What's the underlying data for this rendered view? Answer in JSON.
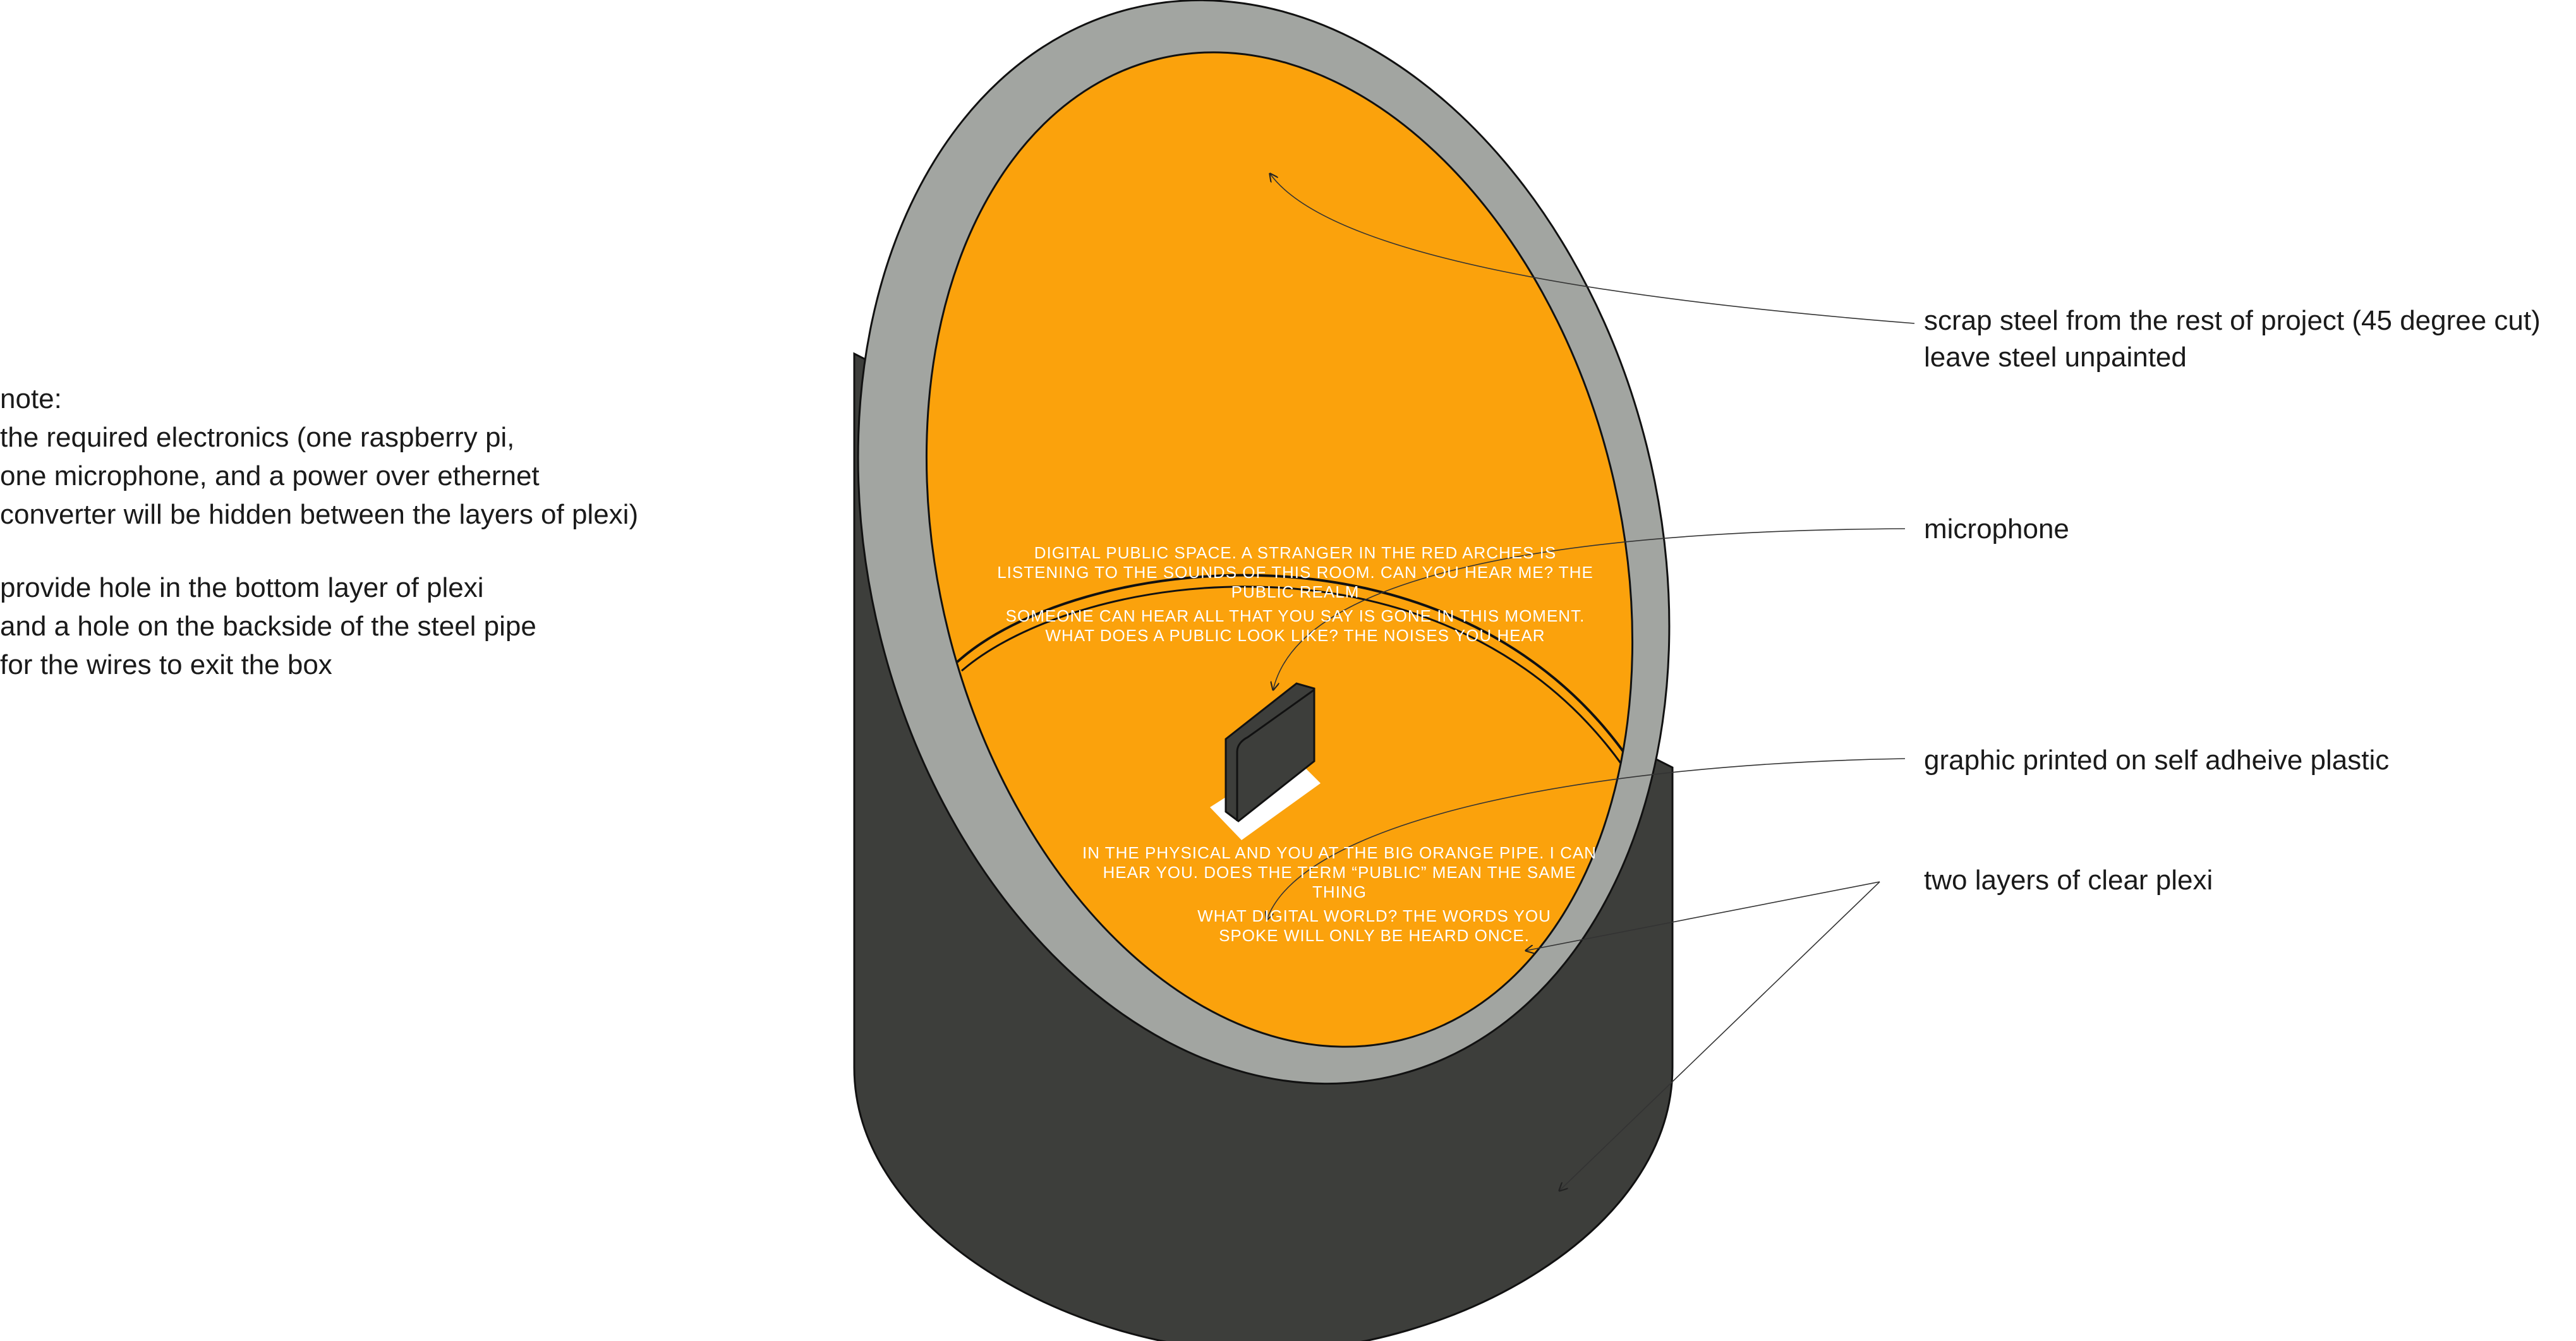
{
  "note": {
    "lines": [
      "note:",
      "the required electronics (one raspberry pi,",
      "one microphone, and a power over ethernet",
      "converter will be hidden between the layers of plexi)",
      "",
      "provide hole in the bottom layer of plexi",
      "and a hole on the backside of the steel pipe",
      "for the wires to exit the box"
    ]
  },
  "callouts": {
    "steel_line1": "scrap steel from the rest of project (45 degree cut)",
    "steel_line2": "leave steel unpainted",
    "microphone": "microphone",
    "graphic": "graphic printed on self adheive plastic",
    "plexi": "two layers of clear plexi"
  },
  "spiral_text": {
    "ring1": "DIGITAL PUBLIC SPACE. A STRANGER IN THE RED ARCHES IS LISTENING TO THE SOUNDS OF THIS ROOM. CAN YOU HEAR ME? THE PUBLIC REALM",
    "ring2": "SOMEONE CAN HEAR ALL THAT YOU SAY IS GONE IN THIS MOMENT. WHAT DOES A PUBLIC LOOK LIKE? THE NOISES YOU HEAR",
    "ring3": "IN THE PHYSICAL AND YOU AT THE BIG ORANGE PIPE. I CAN HEAR YOU. DOES THE TERM “PUBLIC” MEAN THE SAME THING",
    "ring4": "WHAT DIGITAL WORLD? THE WORDS YOU SPOKE WILL ONLY BE HEARD ONCE."
  },
  "colors": {
    "steel_body": "#3d3e3b",
    "steel_rim": "#a2a5a1",
    "orange": "#fba20c",
    "white": "#ffffff"
  }
}
